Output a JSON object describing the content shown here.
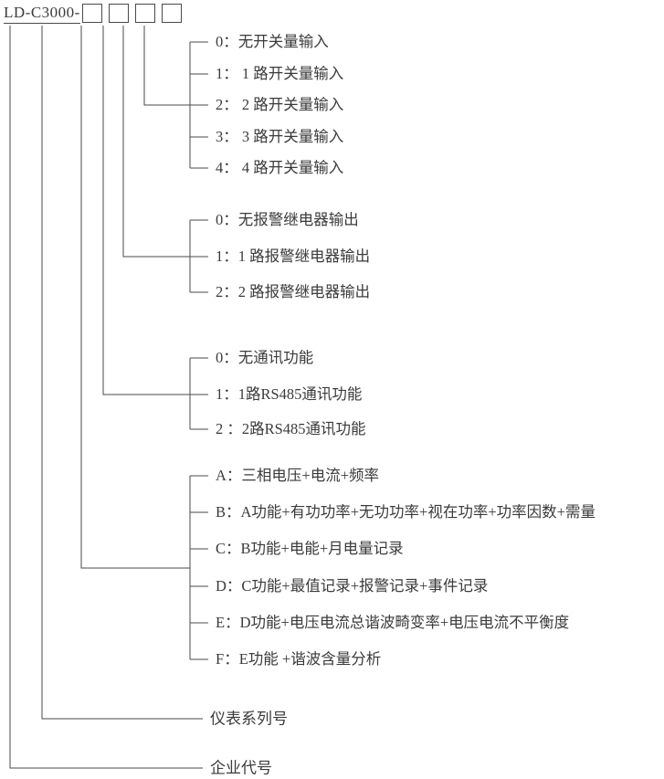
{
  "header": {
    "model_code": "LD-C3000-",
    "slot_count": 4
  },
  "groups": [
    {
      "name": "digital-input",
      "items": [
        {
          "code": "0",
          "sep": "：",
          "text": "无开关量输入"
        },
        {
          "code": "1",
          "sep": "：",
          "text": " 1 路开关量输入"
        },
        {
          "code": "2",
          "sep": "：",
          "text": " 2 路开关量输入"
        },
        {
          "code": "3",
          "sep": "：",
          "text": " 3 路开关量输入"
        },
        {
          "code": "4",
          "sep": "：",
          "text": " 4 路开关量输入"
        }
      ]
    },
    {
      "name": "alarm-relay-output",
      "items": [
        {
          "code": "0",
          "sep": "：",
          "text": "无报警继电器输出"
        },
        {
          "code": "1",
          "sep": "：",
          "text": "1 路报警继电器输出"
        },
        {
          "code": "2",
          "sep": "：",
          "text": "2 路报警继电器输出"
        }
      ]
    },
    {
      "name": "communication",
      "items": [
        {
          "code": "0",
          "sep": "：",
          "text": "无通讯功能"
        },
        {
          "code": "1",
          "sep": "：",
          "text": "1路RS485通讯功能"
        },
        {
          "code": "2",
          "sep": " ：",
          "text": "2路RS485通讯功能"
        }
      ]
    },
    {
      "name": "function-level",
      "items": [
        {
          "code": "A",
          "sep": "：",
          "text": "三相电压+电流+频率"
        },
        {
          "code": "B",
          "sep": "：",
          "text": "A功能+有功功率+无功功率+视在功率+功率因数+需量"
        },
        {
          "code": "C",
          "sep": "：",
          "text": "B功能+电能+月电量记录"
        },
        {
          "code": "D",
          "sep": "：",
          "text": "C功能+最值记录+报警记录+事件记录"
        },
        {
          "code": "E",
          "sep": "：",
          "text": "D功能+电压电流总谐波畸变率+电压电流不平衡度"
        },
        {
          "code": "F",
          "sep": "：",
          "text": "E功能 +谐波含量分析"
        }
      ]
    }
  ],
  "tail_labels": [
    {
      "name": "instrument-series",
      "text": "仪表系列号"
    },
    {
      "name": "company-code",
      "text": "企业代号"
    }
  ],
  "colors": {
    "line": "#4a4a4a",
    "text": "#3b3b3b",
    "background": "#ffffff"
  }
}
